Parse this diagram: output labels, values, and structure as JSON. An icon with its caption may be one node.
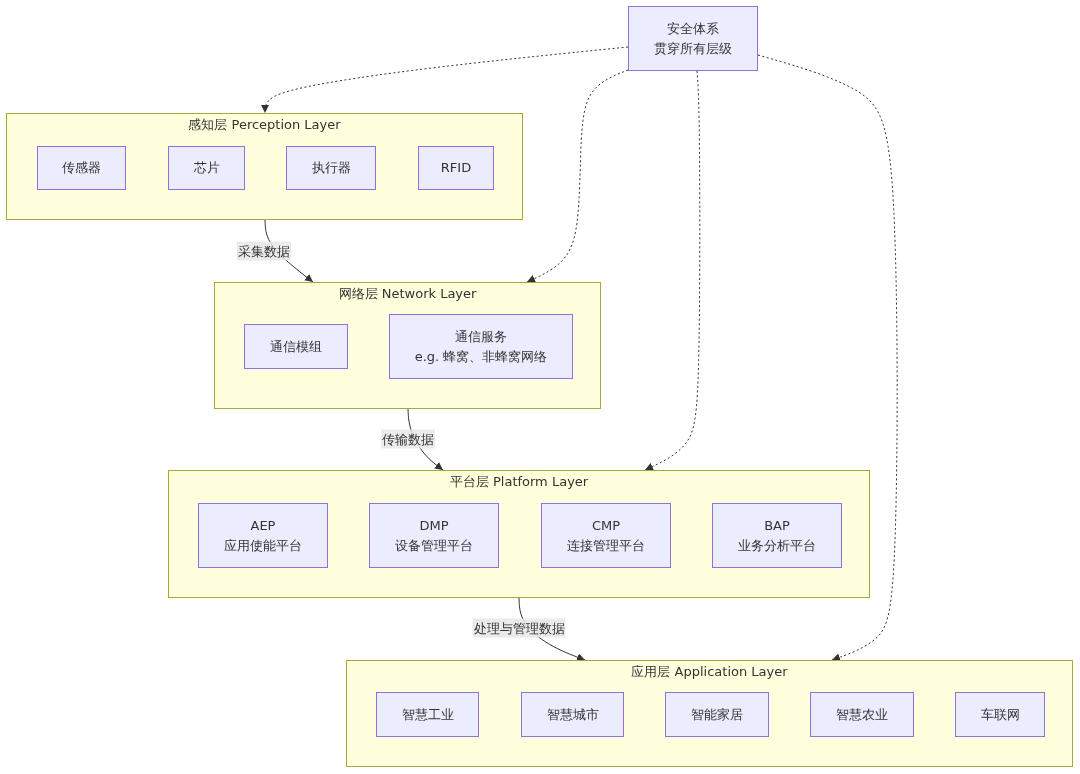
{
  "diagram": {
    "nodes": [
      {
        "text": [
          "安全体系",
          "贯穿所有层级"
        ]
      },
      {
        "text": [
          "感知层 Perception Layer"
        ]
      },
      {
        "text": [
          "传感器"
        ],
        "in": 1
      },
      {
        "text": [
          "芯片"
        ],
        "in": 1
      },
      {
        "text": [
          "执行器"
        ],
        "in": 1
      },
      {
        "text": [
          "RFID"
        ],
        "in": 1
      },
      {
        "text": [
          "网络层 Network Layer"
        ]
      },
      {
        "text": [
          "通信模组"
        ],
        "in": 6
      },
      {
        "text": [
          "通信服务",
          "e.g. 蜂窝、非蜂窝网络"
        ],
        "in": 6
      },
      {
        "text": [
          "平台层 Platform Layer"
        ]
      },
      {
        "text": [
          "AEP",
          "应用使能平台"
        ],
        "in": 9
      },
      {
        "text": [
          "DMP",
          "设备管理平台"
        ],
        "in": 9
      },
      {
        "text": [
          "CMP",
          "连接管理平台"
        ],
        "in": 9
      },
      {
        "text": [
          "BAP",
          "业务分析平台"
        ],
        "in": 9
      },
      {
        "text": [
          "应用层 Application Layer"
        ]
      },
      {
        "text": [
          "智慧工业"
        ],
        "in": 14
      },
      {
        "text": [
          "智慧城市"
        ],
        "in": 14
      },
      {
        "text": [
          "智能家居"
        ],
        "in": 14
      },
      {
        "text": [
          "智慧农业"
        ],
        "in": 14
      },
      {
        "text": [
          "车联网"
        ],
        "in": 14
      }
    ],
    "edges": [
      {
        "from": 1,
        "to": 6,
        "arrow": "to",
        "label": "采集数据"
      },
      {
        "from": 6,
        "to": 9,
        "arrow": "to",
        "label": "传输数据"
      },
      {
        "from": 9,
        "to": 14,
        "arrow": "to",
        "label": "处理与管理数据"
      },
      {
        "from": 0,
        "to": 1,
        "arrow": "to",
        "style": "dashed"
      },
      {
        "from": 0,
        "to": 6,
        "arrow": "to",
        "style": "dashed"
      },
      {
        "from": 0,
        "to": 9,
        "arrow": "to",
        "style": "dashed"
      },
      {
        "from": 0,
        "to": 14,
        "arrow": "to",
        "style": "dashed"
      }
    ]
  }
}
